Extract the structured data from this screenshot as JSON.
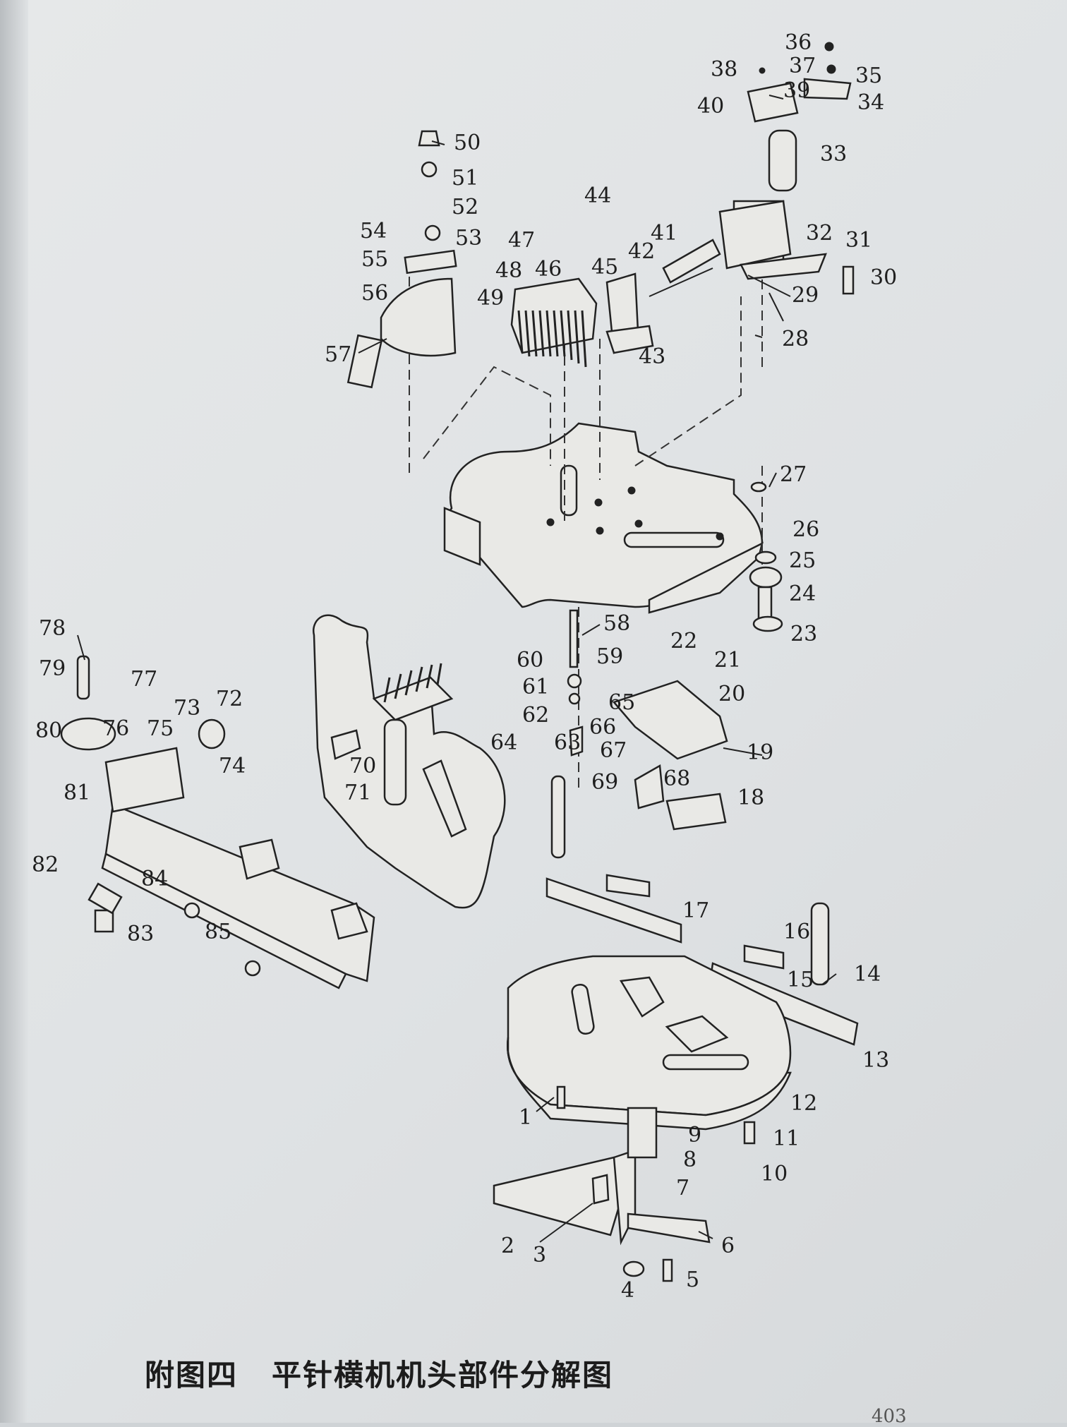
{
  "figure": {
    "caption_number": "附图四",
    "caption_title": "平针横机机头部件分解图",
    "page_number": "403"
  },
  "part_labels": [
    "1",
    "2",
    "3",
    "4",
    "5",
    "6",
    "7",
    "8",
    "9",
    "10",
    "11",
    "12",
    "13",
    "14",
    "15",
    "16",
    "17",
    "18",
    "19",
    "20",
    "21",
    "22",
    "23",
    "24",
    "25",
    "26",
    "27",
    "28",
    "29",
    "30",
    "31",
    "32",
    "33",
    "34",
    "35",
    "36",
    "37",
    "38",
    "39",
    "40",
    "41",
    "42",
    "43",
    "44",
    "45",
    "46",
    "47",
    "48",
    "49",
    "50",
    "51",
    "52",
    "53",
    "54",
    "55",
    "56",
    "57",
    "58",
    "59",
    "60",
    "61",
    "62",
    "63",
    "64",
    "65",
    "66",
    "67",
    "68",
    "69",
    "70",
    "71",
    "72",
    "73",
    "74",
    "75",
    "76",
    "77",
    "78",
    "79",
    "80",
    "81",
    "82",
    "83",
    "84",
    "85"
  ],
  "colors": {
    "ink": "#222222",
    "paper": "#e4e6e7"
  }
}
